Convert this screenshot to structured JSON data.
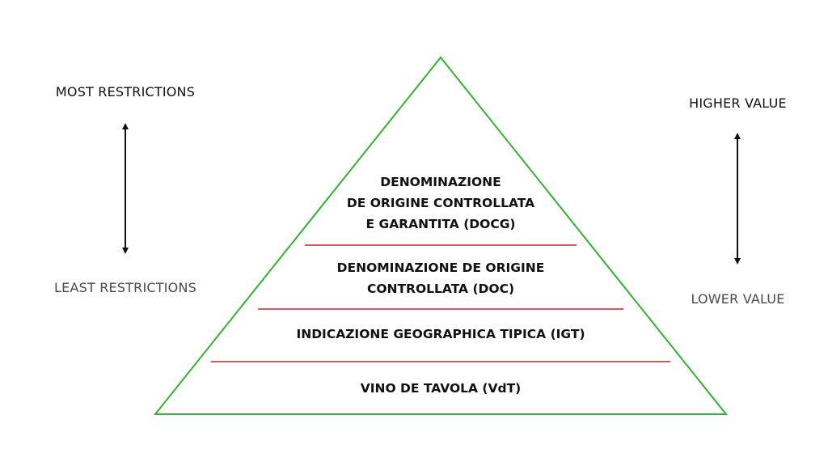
{
  "left_axis": {
    "top_label": "MOST RESTRICTIONS",
    "bottom_label": "LEAST RESTRICTIONS"
  },
  "right_axis": {
    "top_label": "HIGHER VALUE",
    "bottom_label": "LOWER VALUE"
  },
  "tiers": [
    {
      "lines": [
        "DENOMINAZIONE",
        "DE ORIGINE CONTROLLATA",
        "E GARANTITA (DOCG)"
      ]
    },
    {
      "lines": [
        "DENOMINAZIONE DE ORIGINE",
        "CONTROLLATA (DOC)"
      ]
    },
    {
      "lines": [
        "INDICAZIONE GEOGRAPHICA TIPICA (IGT)"
      ]
    },
    {
      "lines": [
        "VINO DE TAVOLA (VdT)"
      ]
    }
  ],
  "colors": {
    "pyramid_outline": "#2db52d",
    "tier_divider": "#d41e2a",
    "arrow": "#111111"
  }
}
